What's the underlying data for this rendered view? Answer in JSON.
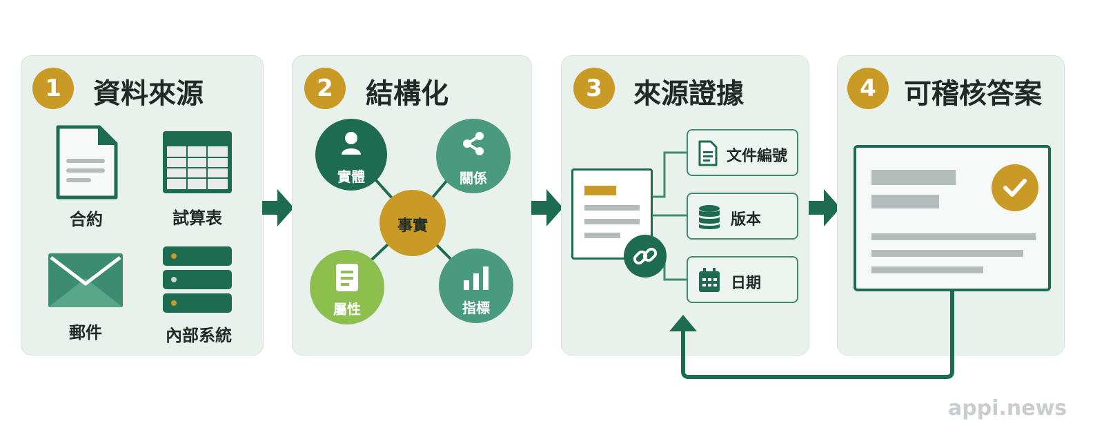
{
  "colors": {
    "panel_bg": "#e9f1ed",
    "badge": "#c99a25",
    "dark_green": "#1d6b51",
    "mid_green": "#3b8c70",
    "light_green": "#8dbf4f",
    "teal": "#4a9a80",
    "gold": "#c99a25",
    "gray_bar": "#b3bbbb"
  },
  "steps": [
    {
      "number": "1",
      "title": "資料來源"
    },
    {
      "number": "2",
      "title": "結構化"
    },
    {
      "number": "3",
      "title": "來源證據"
    },
    {
      "number": "4",
      "title": "可稽核答案"
    }
  ],
  "data_sources": [
    {
      "label": "合約",
      "icon": "document-icon"
    },
    {
      "label": "試算表",
      "icon": "spreadsheet-icon"
    },
    {
      "label": "郵件",
      "icon": "mail-icon"
    },
    {
      "label": "內部系統",
      "icon": "server-icon"
    }
  ],
  "structure": {
    "center": "事實",
    "nodes": [
      {
        "label": "實體",
        "icon": "person-icon"
      },
      {
        "label": "關係",
        "icon": "share-icon"
      },
      {
        "label": "屬性",
        "icon": "document-icon"
      },
      {
        "label": "指標",
        "icon": "bar-chart-icon"
      }
    ]
  },
  "evidence": {
    "link_icon": "chain-link-icon",
    "items": [
      {
        "label": "文件編號",
        "icon": "document-icon"
      },
      {
        "label": "版本",
        "icon": "database-icon"
      },
      {
        "label": "日期",
        "icon": "calendar-icon"
      }
    ]
  },
  "answer": {
    "check_icon": "checkmark-icon"
  },
  "watermark": "appi.news"
}
